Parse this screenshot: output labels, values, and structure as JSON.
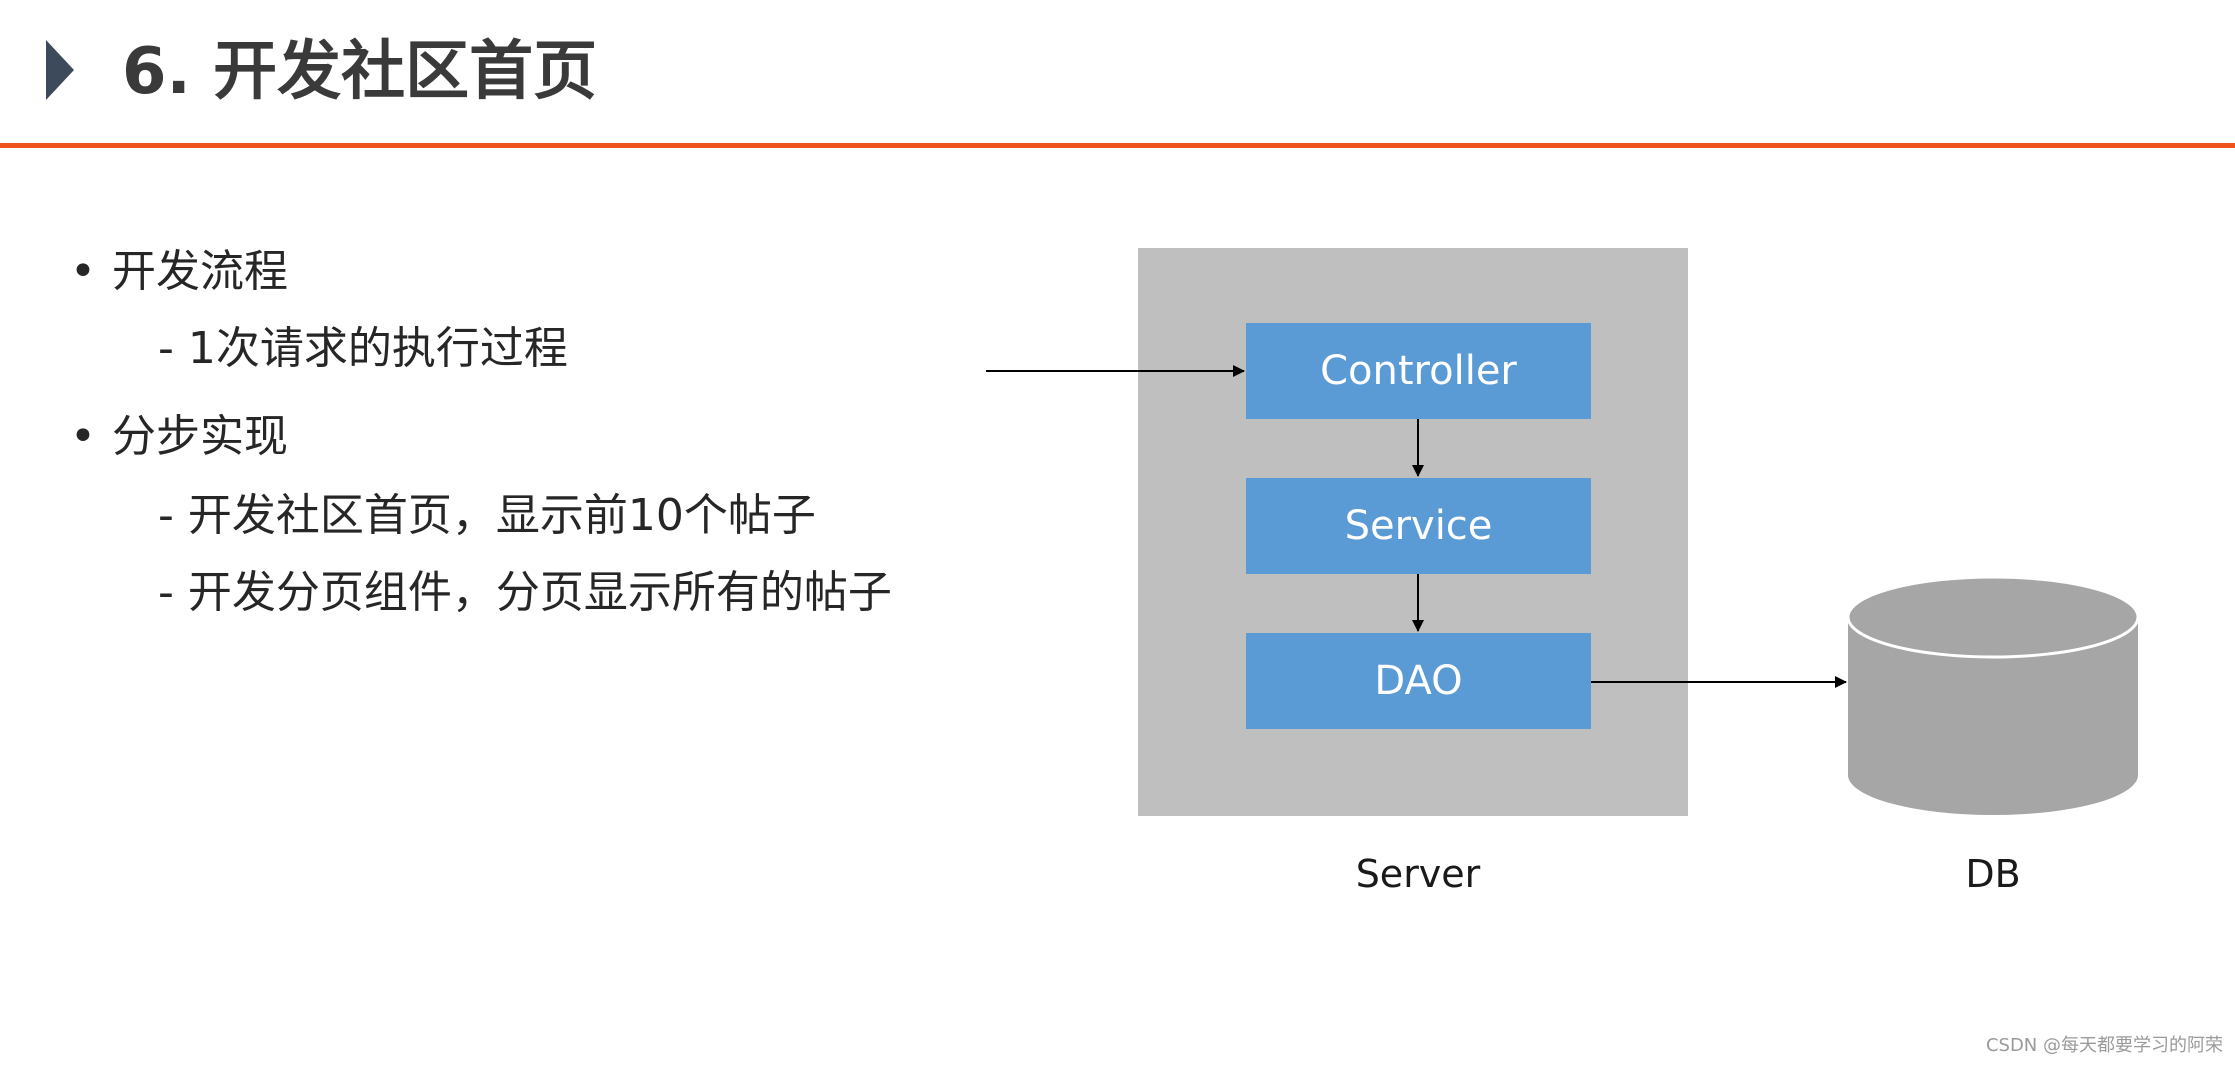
{
  "header": {
    "title": "6. 开发社区首页",
    "accent_color": "#f0541e",
    "marker_color": "#3d4a5c"
  },
  "bullets": [
    {
      "marker": "•",
      "text": "开发流程",
      "subitems": [
        "- 1次请求的执行过程"
      ]
    },
    {
      "marker": "•",
      "text": "分步实现",
      "subitems": [
        "-  开发社区首页，显示前10个帖子",
        "-  开发分页组件，分页显示所有的帖子"
      ]
    }
  ],
  "diagram": {
    "layers": [
      "Controller",
      "Service",
      "DAO"
    ],
    "server_label": "Server",
    "db_label": "DB",
    "colors": {
      "layer_fill": "#5b9bd5",
      "server_panel": "#bfbfbf",
      "db_fill": "#a6a6a6"
    }
  },
  "watermark": "CSDN @每天都要学习的阿荣"
}
